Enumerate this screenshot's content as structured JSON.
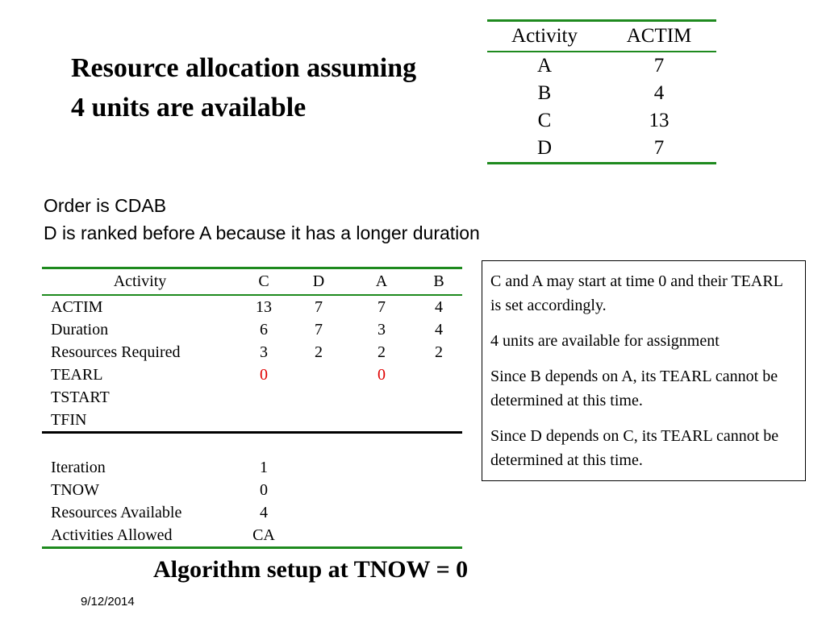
{
  "slide": {
    "title": "Resource allocation assuming 4 units are available",
    "subtitle_line1": "Order is CDAB",
    "subtitle_line2": "D is ranked before A because it has a longer duration",
    "caption": "Algorithm setup at TNOW = 0",
    "date": "9/12/2014"
  },
  "actim_table": {
    "headers": [
      "Activity",
      "ACTIM"
    ],
    "rows": [
      [
        "A",
        "7"
      ],
      [
        "B",
        "4"
      ],
      [
        "C",
        "13"
      ],
      [
        "D",
        "7"
      ]
    ]
  },
  "main_table": {
    "headers": [
      "Activity",
      "C",
      "D",
      "A",
      "B"
    ],
    "rows": [
      [
        "ACTIM",
        "13",
        "7",
        "7",
        "4"
      ],
      [
        "Duration",
        "6",
        "7",
        "3",
        "4"
      ],
      [
        "Resources Required",
        "3",
        "2",
        "2",
        "2"
      ],
      [
        "TEARL",
        "0",
        "",
        "0",
        ""
      ],
      [
        "TSTART",
        "",
        "",
        "",
        ""
      ],
      [
        "TFIN",
        "",
        "",
        "",
        ""
      ]
    ],
    "status_rows": [
      [
        "Iteration",
        "1"
      ],
      [
        "TNOW",
        "0"
      ],
      [
        "Resources Available",
        "4"
      ],
      [
        "Activities Allowed",
        "CA"
      ]
    ],
    "highlight_color": "#e00000",
    "rule_color": "#1e8a1e"
  },
  "notes": [
    "C and A may start at time 0 and their TEARL is set accordingly.",
    "4 units are available for assignment",
    "Since B depends on A, its TEARL cannot be determined at this time.",
    "Since D depends on C, its TEARL cannot be determined at this time."
  ]
}
